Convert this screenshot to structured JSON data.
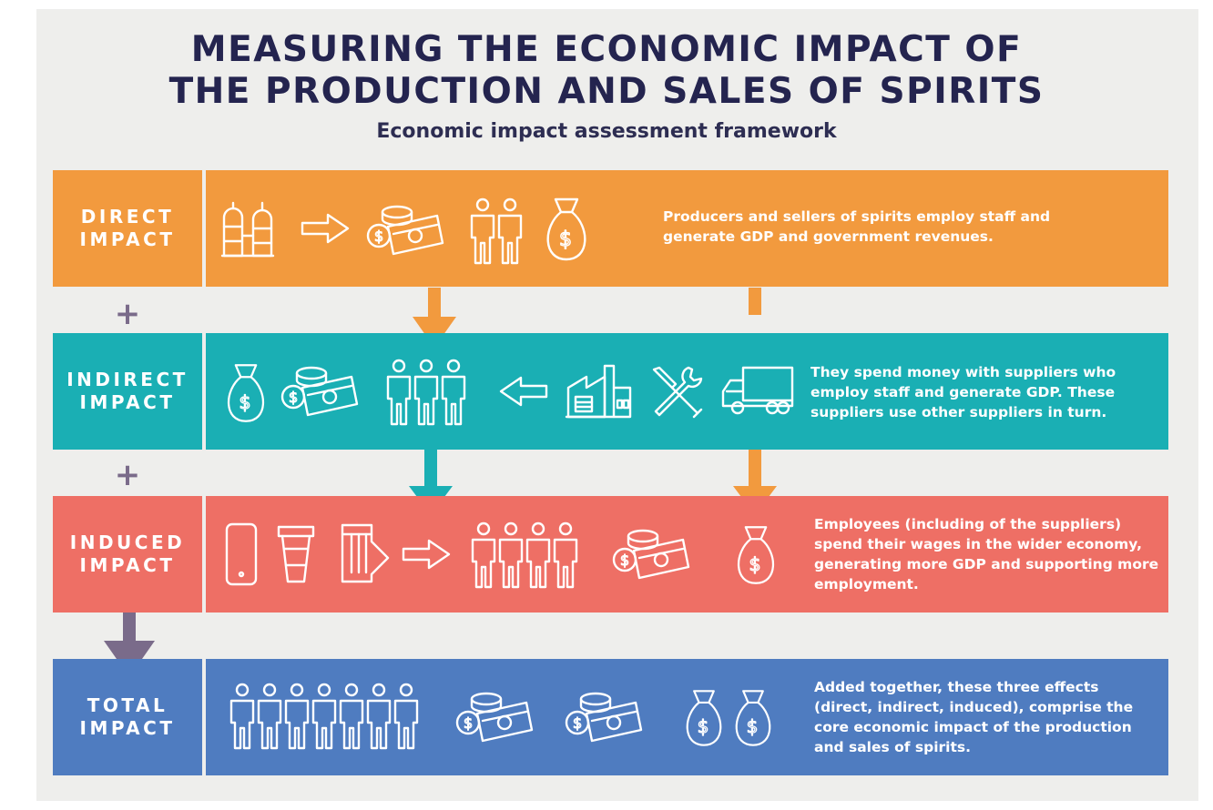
{
  "title_line1": "MEASURING THE ECONOMIC IMPACT OF",
  "title_line2": "THE PRODUCTION AND SALES OF SPIRITS",
  "subtitle": "Economic impact assessment framework",
  "plus_sign": "+",
  "colors": {
    "direct": "#f29a3e",
    "indirect": "#1aafb4",
    "induced": "#ee6f65",
    "total": "#4f7cc0",
    "title": "#24244f",
    "plus": "#7a6b8a",
    "total_arrow": "#7a6b8a"
  },
  "bands": [
    {
      "key": "direct",
      "label": "DIRECT\nIMPACT",
      "description": "Producers and sellers of spirits employ staff and generate GDP and government revenues.",
      "icons": [
        "distillery-tanks-icon",
        "arrow-right-icon",
        "money-icon",
        "people-icon",
        "money-bag-icon"
      ]
    },
    {
      "key": "indirect",
      "label": "INDIRECT\nIMPACT",
      "description": "They spend money with suppliers who employ staff and generate GDP. These suppliers use other  suppliers in turn.",
      "icons": [
        "money-bag-icon",
        "money-icon",
        "people-icon",
        "arrow-left-icon",
        "factory-icon",
        "tools-icon",
        "truck-icon"
      ]
    },
    {
      "key": "induced",
      "label": "INDUCED\nIMPACT",
      "description": "Employees (including of the suppliers) spend their wages in the wider economy, generating more GDP and supporting more employment.",
      "icons": [
        "phone-icon",
        "coffee-cup-icon",
        "ticket-icon",
        "arrow-right-icon",
        "people-icon",
        "money-icon",
        "money-bag-icon"
      ]
    },
    {
      "key": "total",
      "label": "TOTAL\nIMPACT",
      "description": "Added together, these three effects (direct, indirect, induced), comprise the core economic impact of the production and sales of spirits.",
      "icons": [
        "people-icon",
        "money-icon",
        "money-icon",
        "money-bag-icon",
        "money-bag-icon"
      ]
    }
  ]
}
